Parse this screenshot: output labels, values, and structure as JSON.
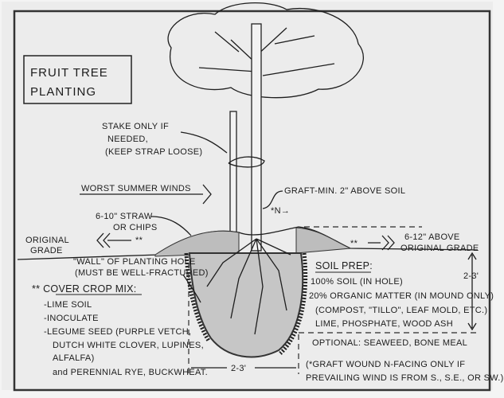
{
  "title": {
    "line1": "FRUIT TREE",
    "line2": "PLANTING"
  },
  "labels": {
    "stake": [
      "STAKE ONLY IF",
      "NEEDED,",
      "(KEEP STRAP LOOSE)"
    ],
    "winds": "WORST SUMMER WINDS",
    "graft": "GRAFT-MIN. 2\" ABOVE SOIL",
    "north": "*N→",
    "straw": [
      "6-10\" STRAW",
      "OR CHIPS"
    ],
    "original_grade_left": [
      "ORIGINAL",
      "GRADE"
    ],
    "asterisks_left": "**",
    "asterisks_right": "**",
    "wall": [
      "\"WALL\" OF PLANTING HOLE",
      "(MUST BE WELL-FRACTURED)"
    ],
    "mound_height": [
      "6-12\" ABOVE",
      "ORIGINAL GRADE"
    ],
    "depth": "2-3'",
    "width": "2-3'"
  },
  "cover_crop": {
    "heading": "** COVER CROP MIX:",
    "items": [
      "-LIME SOIL",
      "-INOCULATE",
      "-LEGUME SEED (PURPLE VETCH,",
      "DUTCH WHITE CLOVER, LUPINES,",
      "ALFALFA)",
      "and PERENNIAL RYE, BUCKWHEAT."
    ]
  },
  "soil_prep": {
    "heading": "SOIL PREP:",
    "items": [
      "100% SOIL (IN HOLE)",
      "20% ORGANIC MATTER (IN MOUND ONLY)",
      "(COMPOST, \"TILLO\", LEAF MOLD, ETC.)",
      "LIME, PHOSPHATE, WOOD ASH"
    ],
    "optional": "OPTIONAL: SEAWEED, BONE MEAL"
  },
  "footnote": [
    "(*GRAFT WOUND N-FACING ONLY IF",
    "PREVAILING WIND IS FROM S., S.E., OR SW.)"
  ]
}
